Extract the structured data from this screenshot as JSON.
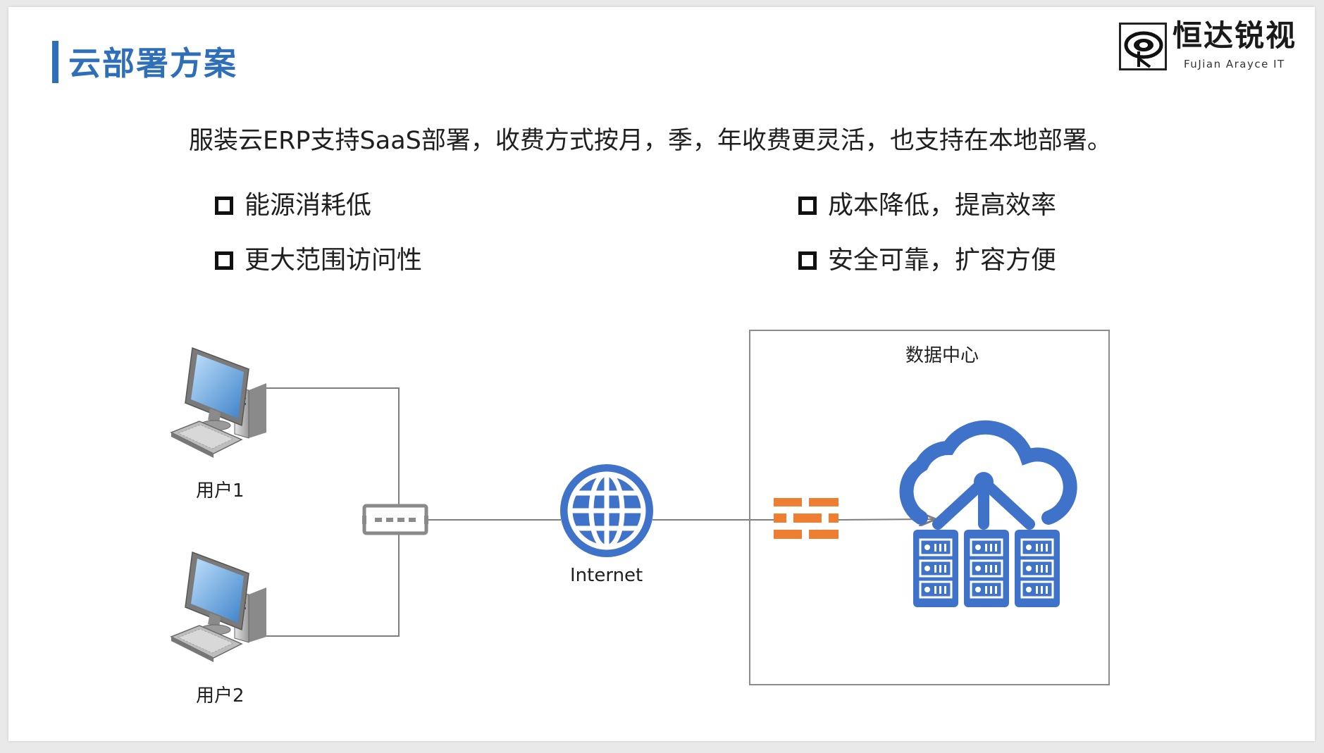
{
  "header": {
    "title": "云部署方案",
    "brand": {
      "name": "恒达锐视",
      "subtitle": "FuJian Arayce IT"
    }
  },
  "intro": "服装云ERP支持SaaS部署，收费方式按月，季，年收费更灵活，也支持在本地部署。",
  "features": [
    "能源消耗低",
    "成本降低，提高效率",
    "更大范围访问性",
    "安全可靠，扩容方便"
  ],
  "diagram": {
    "users": [
      "用户1",
      "用户2"
    ],
    "internet_label": "Internet",
    "datacenter_label": "数据中心"
  },
  "colors": {
    "accent": "#2f6fba",
    "icon_blue": "#3f72c9",
    "firewall_orange": "#ee7e32",
    "line_gray": "#7f7f7f"
  },
  "icons": [
    "desktop-computer-icon",
    "network-switch-icon",
    "globe-icon",
    "firewall-icon",
    "cloud-server-icon"
  ]
}
